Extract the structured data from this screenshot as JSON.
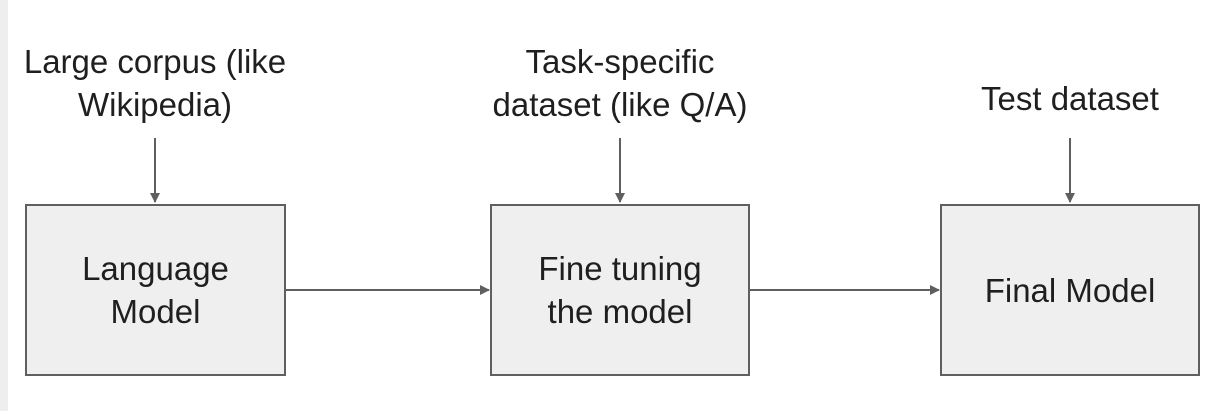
{
  "inputs": [
    {
      "lines": [
        "Large corpus (like",
        "Wikipedia)"
      ]
    },
    {
      "lines": [
        "Task-specific",
        "dataset (like Q/A)"
      ]
    },
    {
      "lines": [
        "Test dataset"
      ]
    }
  ],
  "stages": [
    {
      "lines": [
        "Language",
        "Model"
      ]
    },
    {
      "lines": [
        "Fine tuning",
        "the model"
      ]
    },
    {
      "lines": [
        "Final Model"
      ]
    }
  ],
  "colors": {
    "box_fill": "#efefef",
    "box_border": "#5f5f5f",
    "arrow": "#5f5f5f",
    "text": "#1f1f1f"
  }
}
